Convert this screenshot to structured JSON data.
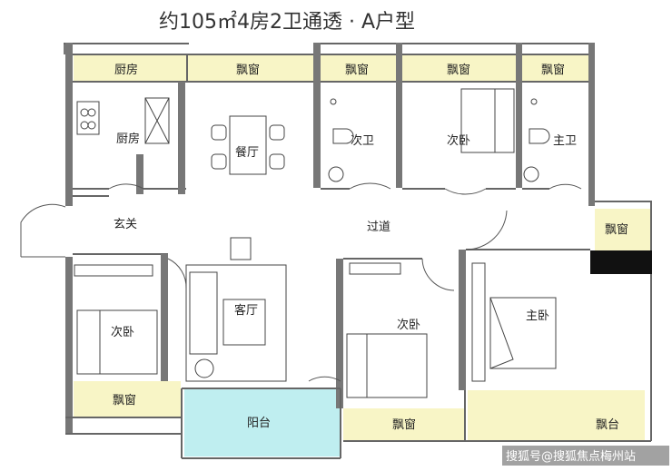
{
  "title": "约105㎡4房2卫通透 · A户型",
  "rooms": {
    "kitchen_window": "厨房",
    "bay_window_top": "飘窗",
    "bay_window_bath": "飘窗",
    "bay_window_second_top": "飘窗",
    "bay_window_master_bath": "飘窗",
    "kitchen": "厨房",
    "dining": "餐厅",
    "second_bath": "次卫",
    "second_bedroom_top": "次卧",
    "master_bath": "主卫",
    "entrance": "玄关",
    "corridor": "过道",
    "bay_window_right": "飘窗",
    "second_bedroom_left": "次卧",
    "living": "客厅",
    "second_bedroom_mid": "次卧",
    "master_bedroom": "主卧",
    "bay_window_bottom_left": "飘窗",
    "balcony": "阳台",
    "bay_window_bottom_mid": "飘窗",
    "bay_platform": "飘台"
  },
  "watermark": "搜狐号@搜狐焦点梅州站",
  "colors": {
    "bay_window": "#f8f5c6",
    "balcony": "#bfeef0",
    "wall": "#777777",
    "watermark_bg": "#555555"
  }
}
